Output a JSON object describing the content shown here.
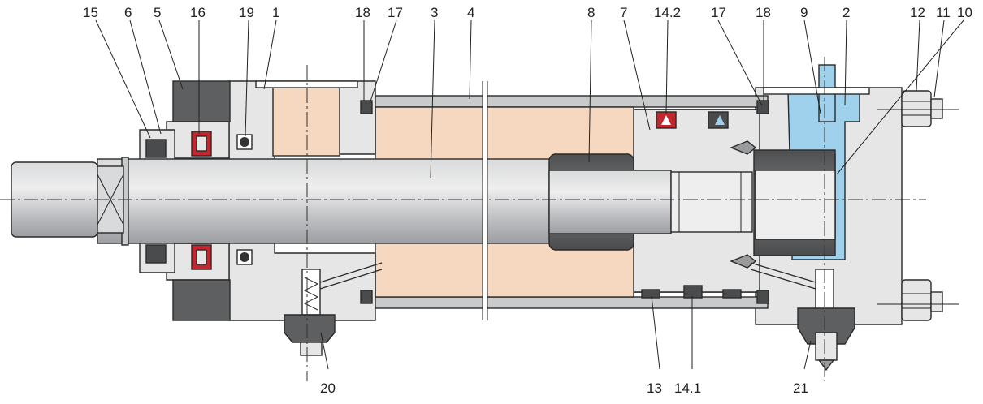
{
  "labels": {
    "l15": "15",
    "l6": "6",
    "l5": "5",
    "l16": "16",
    "l19": "19",
    "l1": "1",
    "l18a": "18",
    "l17a": "17",
    "l3": "3",
    "l4": "4",
    "l8": "8",
    "l7": "7",
    "l14_2": "14.2",
    "l17b": "17",
    "l18b": "18",
    "l9": "9",
    "l2": "2",
    "l12": "12",
    "l11": "11",
    "l10": "10",
    "l20": "20",
    "l13": "13",
    "l14_1": "14.1",
    "l21": "21"
  },
  "colors": {
    "body_grey": "#e6e6e7",
    "rod_grey": "#c9cacc",
    "dark_grey": "#5e5f61",
    "barrel_peach": "#f6d7c0",
    "cushion_blue": "#9fd0ec",
    "seal_red": "#c2262e",
    "line": "#2a2a2a"
  }
}
